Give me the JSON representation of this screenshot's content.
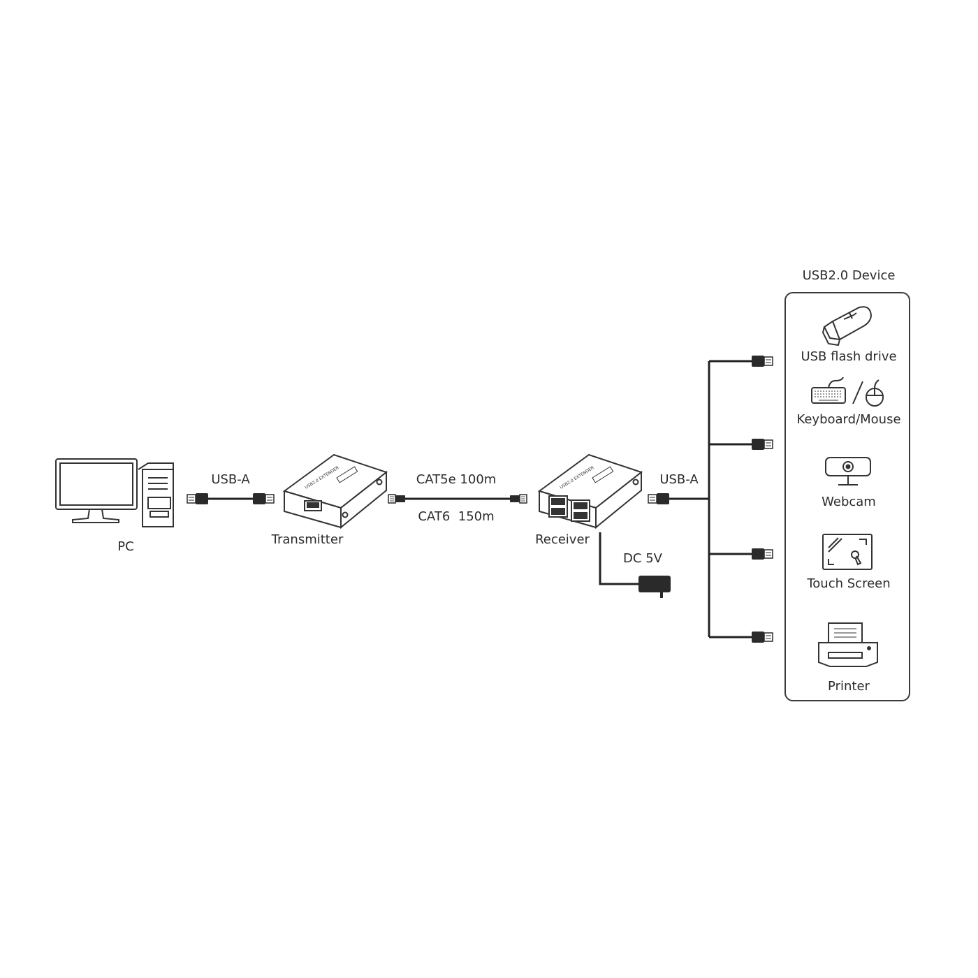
{
  "labels": {
    "pc": "PC",
    "transmitter": "Transmitter",
    "receiver": "Receiver",
    "usb_a_left": "USB-A",
    "usb_a_right": "USB-A",
    "cat5e": "CAT5e 100m",
    "cat6": "CAT6  150m",
    "dc": "DC 5V",
    "device_group": "USB2.0 Device"
  },
  "devices": [
    {
      "label": "USB flash drive",
      "icon": "usb-flash-drive-icon"
    },
    {
      "label": "Keyboard/Mouse",
      "icon": "keyboard-mouse-icon"
    },
    {
      "label": "Webcam",
      "icon": "webcam-icon"
    },
    {
      "label": "Touch Screen",
      "icon": "touch-screen-icon"
    },
    {
      "label": "Printer",
      "icon": "printer-icon"
    }
  ],
  "colors": {
    "line": "#222222",
    "stroke": "#333333"
  }
}
